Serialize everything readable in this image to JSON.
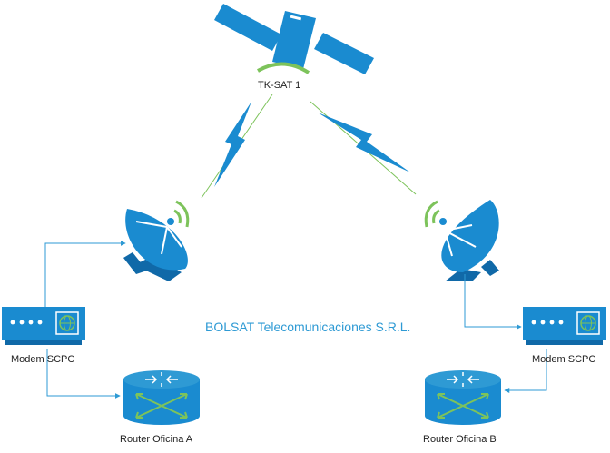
{
  "diagram": {
    "satellite_label": "TK-SAT 1",
    "company_name": "BOLSAT Telecomunicaciones S.R.L.",
    "modem_left_label": "Modem SCPC",
    "modem_right_label": "Modem SCPC",
    "router_left_label": "Router Oficina A",
    "router_right_label": "Router Oficina B"
  },
  "colors": {
    "equipment_blue": "#1a8bd0",
    "equipment_dark": "#1069a8",
    "link_green": "#7dc35b",
    "wire_blue": "#2e9ad4"
  },
  "icons": [
    "satellite-icon",
    "satellite-dish-icon",
    "modem-icon",
    "router-icon",
    "lightning-link-icon"
  ]
}
